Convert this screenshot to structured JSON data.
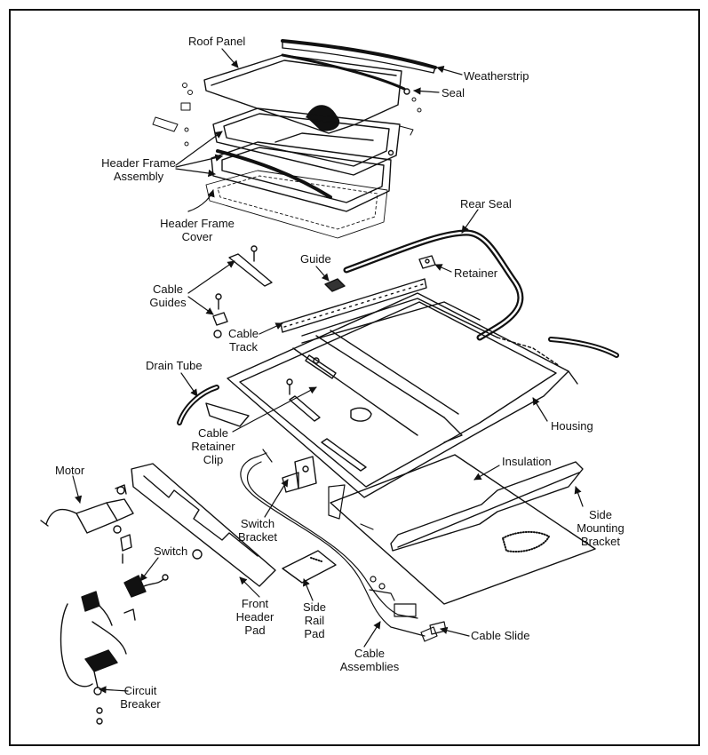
{
  "labels": {
    "roof_panel": "Roof Panel",
    "weatherstrip": "Weatherstrip",
    "seal": "Seal",
    "header_frame_assembly_1": "Header Frame",
    "header_frame_assembly_2": "Assembly",
    "header_frame_cover_1": "Header Frame",
    "header_frame_cover_2": "Cover",
    "rear_seal": "Rear Seal",
    "guide": "Guide",
    "retainer": "Retainer",
    "cable_guides_1": "Cable",
    "cable_guides_2": "Guides",
    "cable_track_1": "Cable",
    "cable_track_2": "Track",
    "drain_tube": "Drain Tube",
    "cable_retainer_clip_1": "Cable",
    "cable_retainer_clip_2": "Retainer",
    "cable_retainer_clip_3": "Clip",
    "housing": "Housing",
    "insulation": "Insulation",
    "motor": "Motor",
    "side_mounting_bracket_1": "Side",
    "side_mounting_bracket_2": "Mounting",
    "side_mounting_bracket_3": "Bracket",
    "switch_bracket_1": "Switch",
    "switch_bracket_2": "Bracket",
    "switch": "Switch",
    "front_header_pad_1": "Front",
    "front_header_pad_2": "Header",
    "front_header_pad_3": "Pad",
    "side_rail_pad_1": "Side",
    "side_rail_pad_2": "Rail",
    "side_rail_pad_3": "Pad",
    "cable_slide": "Cable Slide",
    "cable_assemblies_1": "Cable",
    "cable_assemblies_2": "Assemblies",
    "circuit_breaker_1": "Circuit",
    "circuit_breaker_2": "Breaker"
  }
}
